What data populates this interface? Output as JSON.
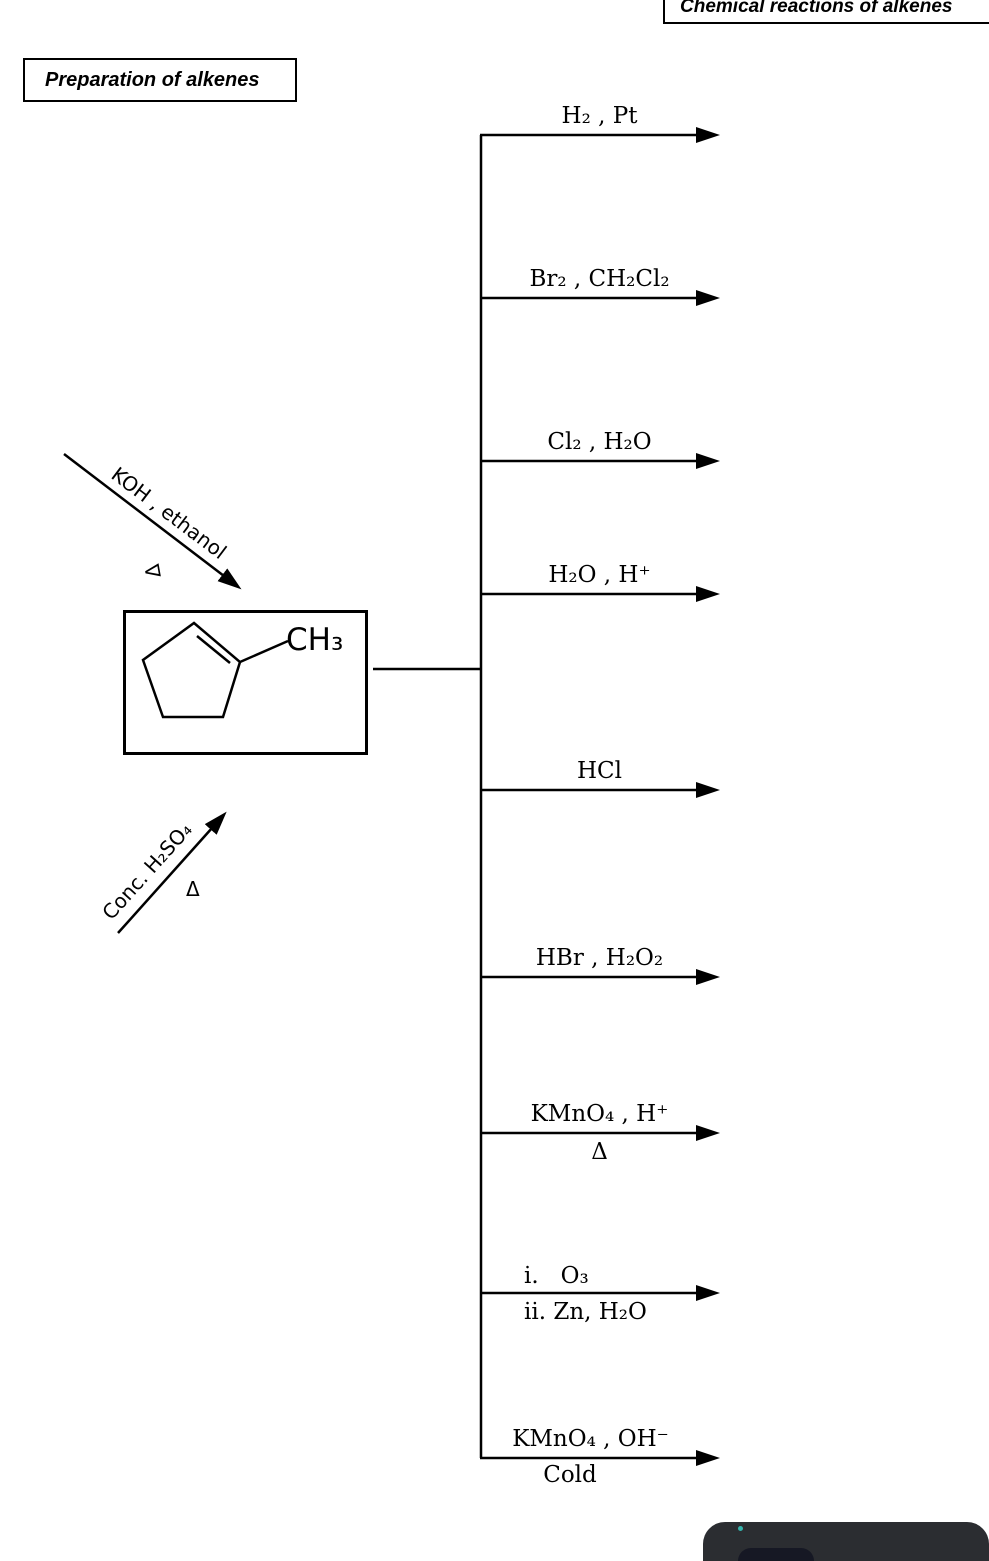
{
  "header": {
    "title": "Chemical reactions of alkenes"
  },
  "sections": {
    "preparation_label": "Preparation of alkenes"
  },
  "molecule": {
    "substituent_label": "CH₃"
  },
  "preparation_routes": {
    "elimination": {
      "reagent": "KOH , ethanol",
      "condition": "Δ"
    },
    "dehydration": {
      "reagent": "Conc. H₂SO₄",
      "condition": "Δ"
    }
  },
  "reactions": [
    {
      "above": "H₂ , Pt"
    },
    {
      "above": "Br₂ , CH₂Cl₂"
    },
    {
      "above": "Cl₂ , H₂O"
    },
    {
      "above": "H₂O , H⁺"
    },
    {
      "above": "HCl"
    },
    {
      "above": "HBr , H₂O₂"
    },
    {
      "above": "KMnO₄ , H⁺",
      "below": "Δ"
    },
    {
      "above": "i.   O₃",
      "below": "ii. Zn, H₂O"
    },
    {
      "above": "KMnO₄ , OH⁻",
      "below": "Cold"
    }
  ],
  "colors": {
    "ink": "#000000",
    "background": "#ffffff",
    "widget_outer": "#2b2d31",
    "widget_inner": "#161824",
    "widget_accent": "#35b5ad"
  }
}
